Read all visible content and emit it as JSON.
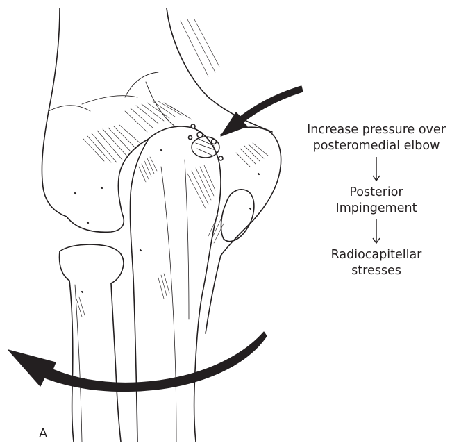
{
  "flow": {
    "step1_line1": "Increase pressure over",
    "step1_line2": "posteromedial elbow",
    "step2_line1": "Posterior",
    "step2_line2": "Impingement",
    "step3_line1": "Radiocapitellar",
    "step3_line2": "stresses"
  },
  "panel_label": "A",
  "colors": {
    "ink": "#231f20",
    "background": "#ffffff"
  },
  "icons": {
    "pressure_arrow": "curved-arrow-pointing-down-left",
    "rotation_arrow": "curved-arrow-pointing-left",
    "flow_arrows": "thin-down-arrow"
  }
}
